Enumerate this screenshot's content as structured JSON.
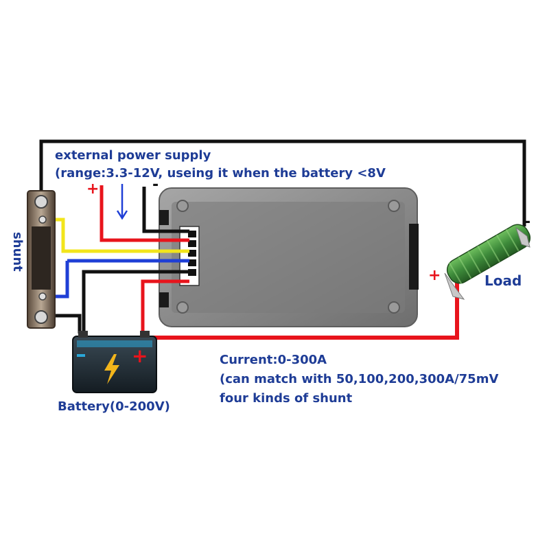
{
  "texts": {
    "supply_title": "external power supply",
    "supply_range": "(range:3.3-12V, useing it when the battery <8V",
    "shunt_label": "shunt",
    "load_label": "Load",
    "battery_label": "Battery(0-200V)",
    "current_line1": "Current:0-300A",
    "current_line2": "(can match with 50,100,200,300A/75mV",
    "current_line3": "four kinds of shunt",
    "plus": "+",
    "minus": "-"
  },
  "colors": {
    "text": "#1e3c96",
    "wire_red": "#e8141c",
    "wire_black": "#111111",
    "wire_yellow": "#f2e51b",
    "wire_blue": "#1f3fd6",
    "meter_body": "#8f8f8f",
    "meter_face": "#7c7c7c",
    "resistor_green": "#3d8a3a",
    "battery_body": "#1f2b33",
    "battery_bolt": "#f2b51b",
    "accent_cyan": "#2aa7d8"
  },
  "icons": {
    "battery_bolt": "lightning-icon",
    "current_arrow": "arrow-down-icon"
  }
}
